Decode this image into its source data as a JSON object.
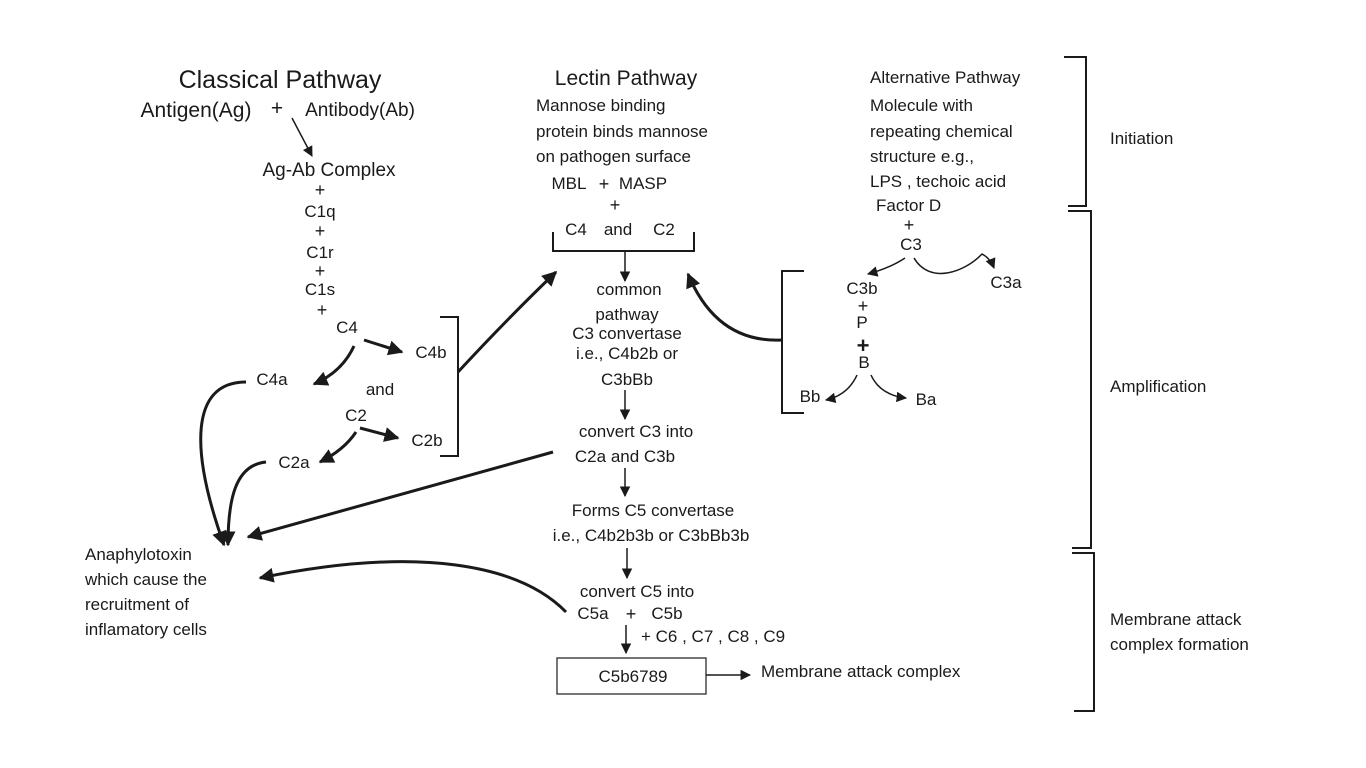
{
  "classical": {
    "title": "Classical Pathway",
    "antigen": "Antigen(Ag)",
    "plus": "+",
    "antibody": "Antibody(Ab)",
    "complex": "Ag-Ab Complex",
    "c1q": "C1q",
    "c1r": "C1r",
    "c1s": "C1s",
    "c4": "C4",
    "c4a": "C4a",
    "c4b": "C4b",
    "and": "and",
    "c2": "C2",
    "c2a": "C2a",
    "c2b": "C2b"
  },
  "lectin": {
    "title": "Lectin Pathway",
    "desc": [
      "Mannose binding",
      "protein binds mannose",
      "on  pathogen surface"
    ],
    "mbl": "MBL",
    "plus": "+",
    "masp": "MASP",
    "c4": "C4",
    "and": "and",
    "c2": "C2"
  },
  "common": {
    "lines": [
      "common",
      "pathway",
      "C3 convertase",
      "i.e., C4b2b or",
      "C3bBb"
    ],
    "convert_c3": [
      "convert C3 into",
      "C2a and C3b"
    ],
    "c5_convertase": [
      "Forms C5 convertase",
      "i.e., C4b2b3b or C3bBb3b"
    ],
    "convert_c5": "convert C5 into",
    "c5a": "C5a",
    "plus": "+",
    "c5b": "C5b",
    "c6_c9": "+  C6 , C7 , C8 , C9",
    "mac_box": "C5b6789",
    "mac_label": "Membrane attack complex"
  },
  "alternative": {
    "title": "Alternative Pathway",
    "desc": [
      "Molecule with",
      "repeating chemical",
      "structure e.g.,",
      "LPS , techoic acid",
      "Factor D"
    ],
    "plus": "+",
    "c3": "C3",
    "c3a": "C3a",
    "c3b": "C3b",
    "p": "P",
    "b": "B",
    "bb": "Bb",
    "ba": "Ba"
  },
  "anaphylotoxin": [
    "Anaphylotoxin",
    "which cause the",
    "recruitment of",
    "inflamatory cells"
  ],
  "stages": {
    "initiation": "Initiation",
    "amplification": "Amplification",
    "mac": [
      "Membrane attack",
      "complex formation"
    ]
  }
}
